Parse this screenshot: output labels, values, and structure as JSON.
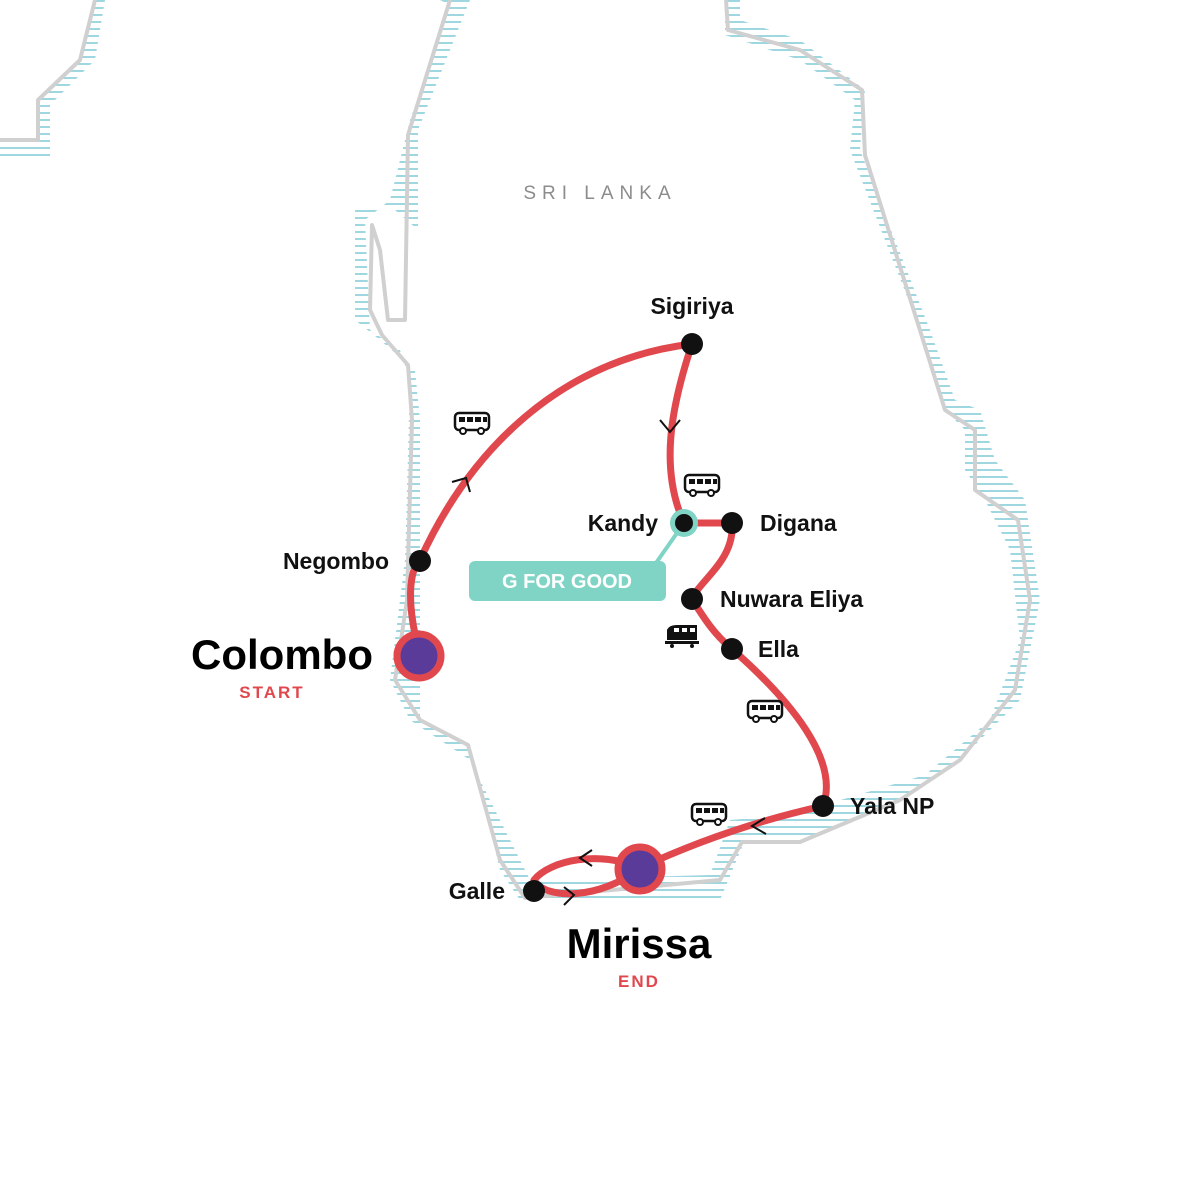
{
  "map": {
    "country_label": "SRI LANKA",
    "colors": {
      "route": "#e0484e",
      "stop": "#111111",
      "major_fill": "#5b3b9a",
      "coast": "#d0d0d0",
      "water": "#9fd7e0",
      "badge": "#80d4c5"
    },
    "stops": {
      "colombo": {
        "name": "Colombo",
        "tag": "START"
      },
      "negombo": {
        "name": "Negombo"
      },
      "sigiriya": {
        "name": "Sigiriya"
      },
      "kandy": {
        "name": "Kandy"
      },
      "digana": {
        "name": "Digana"
      },
      "nuwara_eliya": {
        "name": "Nuwara Eliya"
      },
      "ella": {
        "name": "Ella"
      },
      "yala": {
        "name": "Yala NP"
      },
      "mirissa": {
        "name": "Mirissa",
        "tag": "END"
      },
      "galle": {
        "name": "Galle"
      }
    },
    "badge": {
      "label": "G FOR GOOD"
    },
    "transport": {
      "negombo_sigiriya": "bus-icon",
      "sigiriya_kandy": "bus-icon",
      "nuwara_eliya_ella": "train-icon",
      "ella_yala": "bus-icon",
      "yala_mirissa": "bus-icon"
    }
  }
}
